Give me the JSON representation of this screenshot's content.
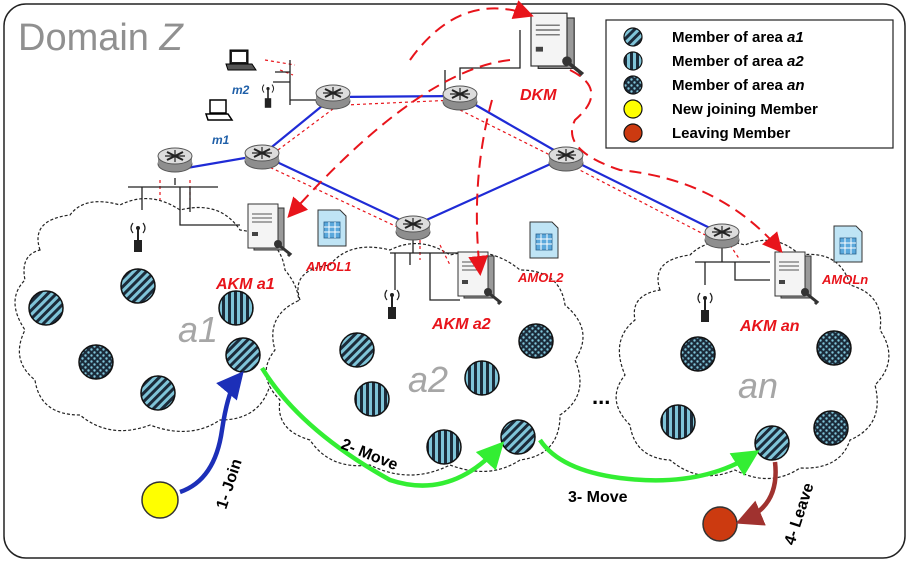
{
  "domain_title": {
    "prefix": "Domain ",
    "italic": "Z"
  },
  "legend": [
    {
      "pattern": "a1",
      "text": "Member of area ",
      "italic": "a1"
    },
    {
      "pattern": "a2",
      "text": "Member of area ",
      "italic": "a2"
    },
    {
      "pattern": "an",
      "text": "Member of area ",
      "italic": "an"
    },
    {
      "pattern": "new",
      "text": "New joining Member",
      "italic": ""
    },
    {
      "pattern": "leave",
      "text": "Leaving Member",
      "italic": ""
    }
  ],
  "hosts": {
    "m1": "m1",
    "m2": "m2"
  },
  "dkm": "DKM",
  "akm": {
    "a1": "AKM a1",
    "a2": "AKM a2",
    "an": "AKM an"
  },
  "amol": {
    "a1": "AMOL1",
    "a2": "AMOL2",
    "an": "AMOLn"
  },
  "areas": {
    "a1": "a1",
    "a2": "a2",
    "an": "an"
  },
  "ellipsis": "...",
  "steps": {
    "join": "1- Join",
    "move1": "2- Move",
    "move2": "3- Move",
    "leave": "4- Leave"
  },
  "colors": {
    "network_link": "#1f2bd6",
    "control_dashed": "#e8141b",
    "join_arrow": "#1c2fb8",
    "move_arrow": "#33ee33",
    "leave_arrow": "#a0322f",
    "new_member": "#ffff00",
    "leaving_member": "#cc3a10",
    "member_fill": "#7fc4d8",
    "member_stripe": "#1b2b3a"
  }
}
